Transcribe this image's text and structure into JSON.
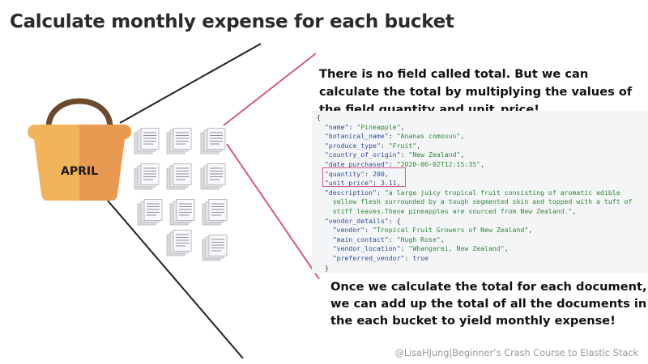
{
  "slide": {
    "title": "Calculate monthly expense for each bucket",
    "bucket_label": "APRIL",
    "note_top": "There is no field called total. But we can calculate the total by multiplying the values of the field quantity and unit_price!",
    "note_bottom": "Once we calculate the total for each document, we can add up the total of all the documents in the each bucket to yield monthly expense!",
    "credit": "@LisaHJung|Beginner’s Crash Course to Elastic Stack"
  },
  "document_icon": "document-stack-icon",
  "bucket_icon": "bucket-icon",
  "colors": {
    "bucket_light": "#f2b45a",
    "bucket_dark": "#e89a52",
    "handle": "#6b4a2e",
    "highlight": "#d6588f",
    "code_bg": "#f4f5f7"
  },
  "code_sample": {
    "line_open": "{",
    "name_key": "\"name\"",
    "name_val": "\"Pineapple\"",
    "botanical_key": "\"botanical_name\"",
    "botanical_val": "\"Ananas comosus\"",
    "produce_key": "\"produce_type\"",
    "produce_val": "\"Fruit\"",
    "country_key": "\"country_of_origin\"",
    "country_val": "\"New Zealand\"",
    "date_key": "\"date_purchased\"",
    "date_val": "\"2020-06-02T12:15:35\"",
    "quantity_key": "\"quantity\"",
    "quantity_val": "200",
    "unit_price_key": "\"unit_price\"",
    "unit_price_val": "3.11",
    "description_key": "\"description\"",
    "description_line1": "\"a large juicy tropical fruit consisting of aromatic edible",
    "description_line2": "yellow flesh surrounded by a tough segmented skin and topped with a tuft of",
    "description_line3": "stiff leaves.These pineapples are sourced from New Zealand.\"",
    "vendor_details_key": "\"vendor_details\"",
    "vendor_key": "\"vendor\"",
    "vendor_val": "\"Tropical Fruit Growers of New Zealand\"",
    "main_contact_key": "\"main_contact\"",
    "main_contact_val": "\"Hugh Rose\"",
    "vendor_location_key": "\"vendor_location\"",
    "vendor_location_val": "\"Whangarei, New Zealand\"",
    "preferred_vendor_key": "\"preferred_vendor\"",
    "preferred_vendor_val": "true",
    "inner_close": "}",
    "line_close": "}"
  }
}
